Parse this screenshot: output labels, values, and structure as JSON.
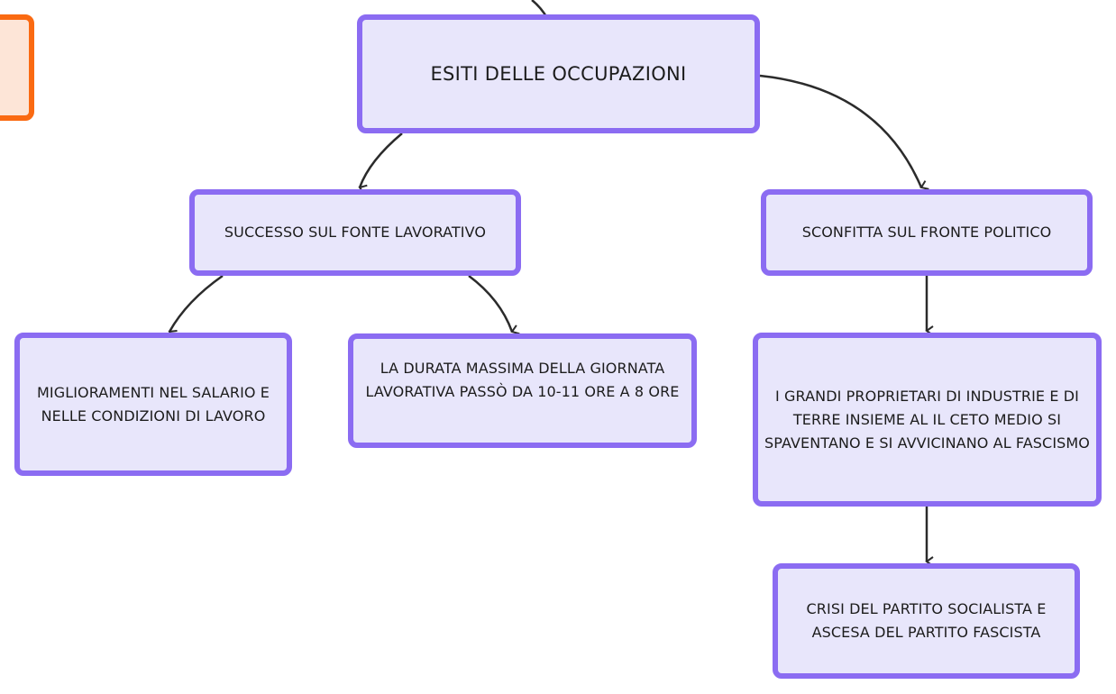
{
  "diagram": {
    "root": {
      "label": "ESITI DELLE OCCUPAZIONI"
    },
    "branches": {
      "success": {
        "label": "SUCCESSO SUL FONTE LAVORATIVO"
      },
      "defeat": {
        "label": "SCONFITTA SUL FRONTE POLITICO"
      }
    },
    "leaves": {
      "salary": {
        "label": "MIGLIORAMENTI NEL SALARIO E NELLE CONDIZIONI DI LAVORO"
      },
      "hours": {
        "label": "LA DURATA MASSIMA DELLA GIORNATA LAVORATIVA PASSÒ DA 10-11 ORE A 8 ORE"
      },
      "owners": {
        "label": "I GRANDI PROPRIETARI DI INDUSTRIE E DI TERRE INSIEME AL IL CETO MEDIO SI SPAVENTANO E SI AVVICINANO AL FASCISMO"
      },
      "crisis": {
        "label": "CRISI DEL PARTITO SOCIALISTA E ASCESA DEL PARTITO FASCISTA"
      }
    },
    "offscreen_node": {
      "label": ""
    },
    "colors": {
      "node_fill": "#e8e6fb",
      "node_border": "#8b6cf2",
      "accent_fill": "#fde5d7",
      "accent_border": "#fa6a12",
      "connector": "#2b2b2b",
      "text": "#1c1c1c"
    }
  }
}
